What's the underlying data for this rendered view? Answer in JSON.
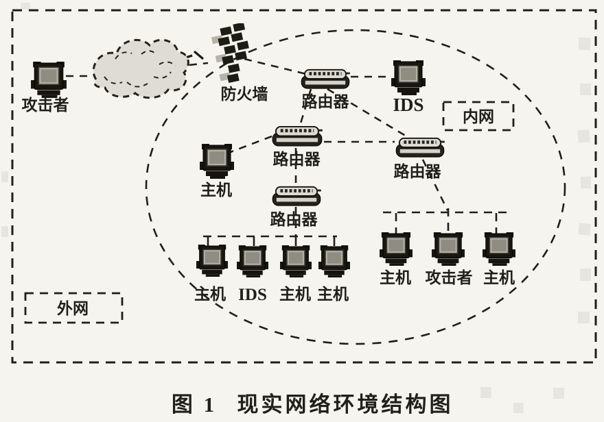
{
  "figure_caption": {
    "number": "图 1",
    "title": "现实网络环境结构图"
  },
  "zones": {
    "external": "外网",
    "internal": "内网"
  },
  "nodes": {
    "attacker_external": "攻击者",
    "firewall": "防火墙",
    "gateway_router": "路由器",
    "ids": "IDS",
    "core_router": "路由器",
    "right_router": "路由器",
    "standalone_host": "主机",
    "access_router": "路由器",
    "lan_left": [
      "主机",
      "IDS",
      "主机",
      "主机"
    ],
    "lan_right": [
      "主机",
      "攻击者",
      "主机"
    ]
  },
  "style": {
    "ink_color": "#201f1a",
    "paper_color": "#f5f4ef",
    "cloud_fill": "#dedcd5"
  }
}
